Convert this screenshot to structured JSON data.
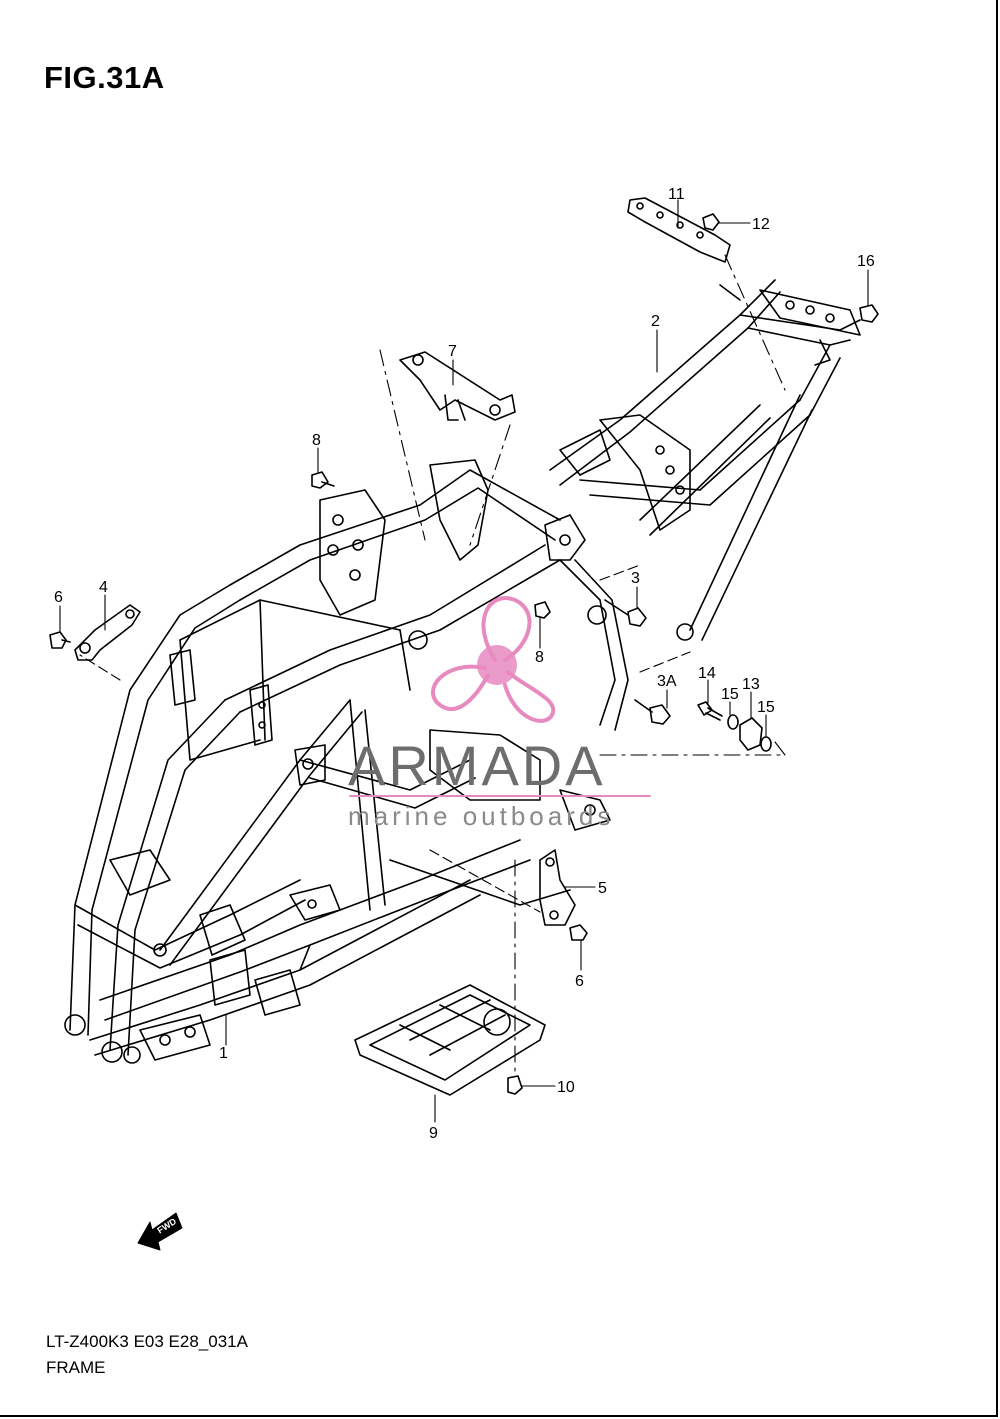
{
  "figure": {
    "title": "FIG.31A"
  },
  "footer": {
    "model": "LT-Z400K3 E03 E28_031A",
    "name": "FRAME"
  },
  "watermark": {
    "brand": "ARMADA",
    "tagline": "marine outboards",
    "logo_color": "#e78ac0"
  },
  "fwd_badge": "FWD",
  "callouts": {
    "c1": "1",
    "c2": "2",
    "c3": "3",
    "c3a": "3A",
    "c4": "4",
    "c5": "5",
    "c6a": "6",
    "c6b": "6",
    "c7": "7",
    "c8a": "8",
    "c8b": "8",
    "c9": "9",
    "c10": "10",
    "c11": "11",
    "c12": "12",
    "c13": "13",
    "c14": "14",
    "c15a": "15",
    "c15b": "15",
    "c16": "16"
  }
}
